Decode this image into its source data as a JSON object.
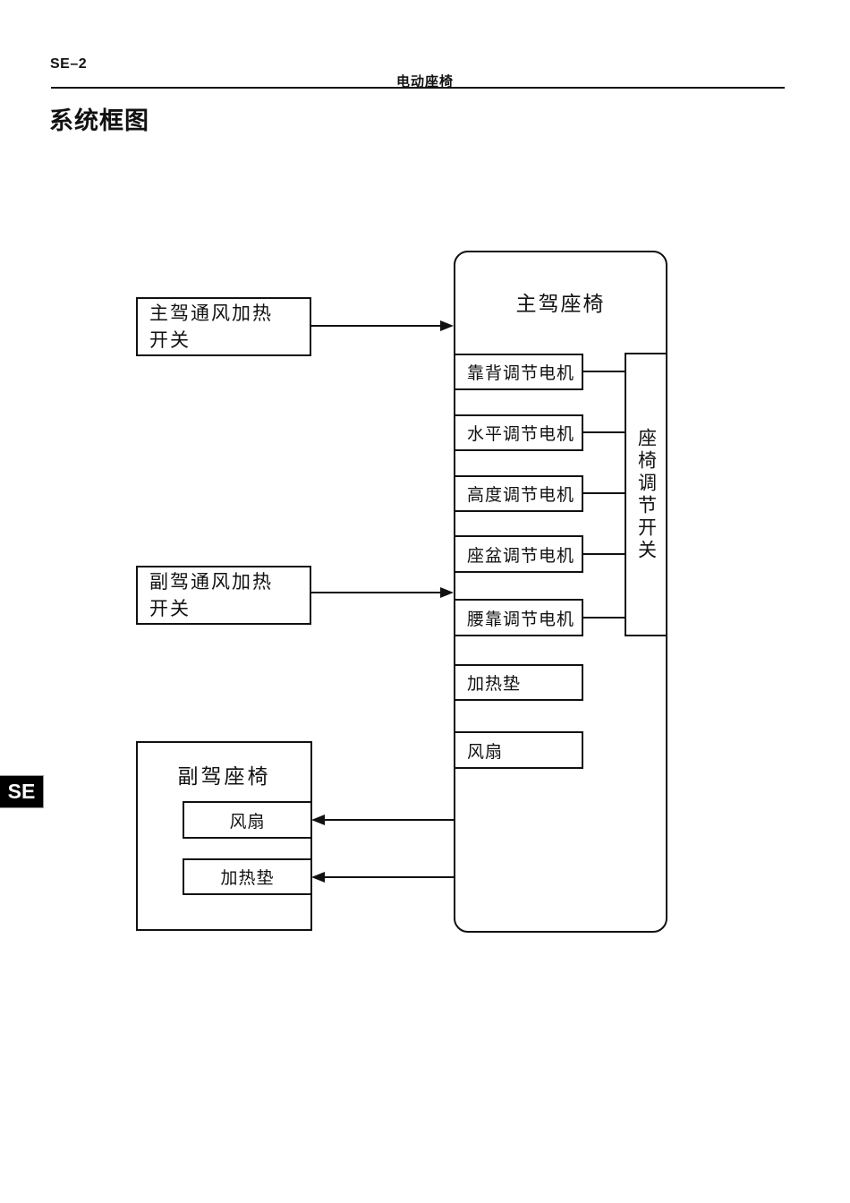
{
  "header": {
    "page_number": "SE–2",
    "title": "电动座椅",
    "section_title": "系统框图"
  },
  "side_tab": {
    "label": "SE"
  },
  "colors": {
    "line": "#111111",
    "tab_background": "#000000",
    "tab_text": "#ffffff",
    "page_background": "#ffffff"
  },
  "diagram": {
    "driver_seat": {
      "title": "主驾座椅",
      "adjust_switch": "座椅调节开关",
      "components": [
        "靠背调节电机",
        "水平调节电机",
        "高度调节电机",
        "座盆调节电机",
        "腰靠调节电机",
        "加热垫",
        "风扇"
      ]
    },
    "driver_vent_heat_switch": {
      "label": "主驾通风加热\n开关"
    },
    "passenger_vent_heat_switch": {
      "label": "副驾通风加热\n开关"
    },
    "passenger_seat": {
      "title": "副驾座椅",
      "components": [
        "风扇",
        "加热垫"
      ]
    }
  }
}
